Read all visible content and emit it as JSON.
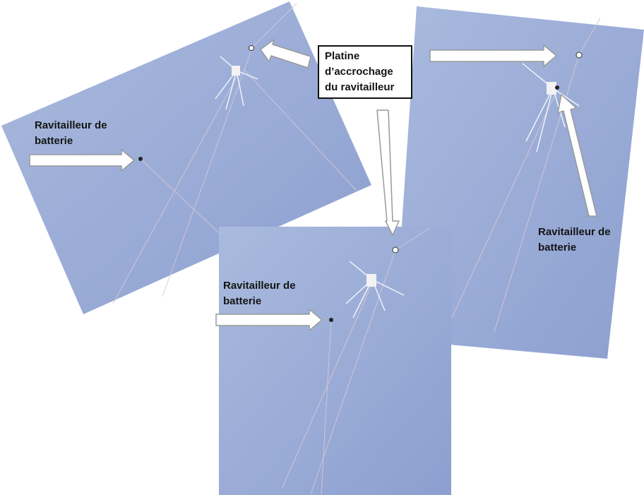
{
  "callout": {
    "label": "Platine\nd’accrochage\ndu ravitailleur"
  },
  "labels": {
    "left": "Ravitailleur de\nbatterie",
    "bottom": "Ravitailleur de\nbatterie",
    "right": "Ravitailleur de\nbatterie"
  },
  "colors": {
    "sky_light": "#a9bade",
    "sky_dark": "#8c9fcf",
    "arrow_fill": "#ffffff",
    "arrow_stroke": "#9a9a9a",
    "line": "#d9c6da"
  },
  "photos": [
    {
      "name": "photo-left",
      "content": "kite-and-battery-supply-on-line"
    },
    {
      "name": "photo-right",
      "content": "kite-and-battery-supply-on-line"
    },
    {
      "name": "photo-bottom",
      "content": "kite-and-battery-supply-on-line"
    }
  ]
}
